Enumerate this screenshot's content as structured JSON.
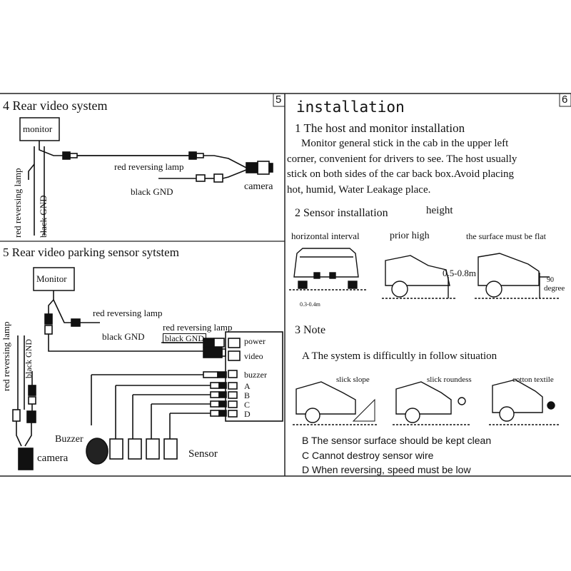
{
  "page_numbers": {
    "left": "5",
    "right": "6"
  },
  "left": {
    "section4": {
      "title": "4 Rear video  system",
      "monitor": "monitor",
      "camera": "camera",
      "red_reversing_lamp": "red  reversing lamp",
      "black_gnd": "black   GND",
      "vertical_red": "red reversing lamp",
      "vertical_black": "black   GND"
    },
    "section5": {
      "title": "5 Rear video parking  sensor sytstem",
      "monitor": "Monitor",
      "red_reversing_lamp_1": "red  reversing lamp",
      "black_gnd_1": "black GND",
      "red_reversing_lamp_2": "red   reversing lamp",
      "black_gnd_2": "black GND",
      "vertical_red": "red reversing lamp",
      "vertical_black": "black GND",
      "ports": [
        "power",
        "video",
        "buzzer",
        "A",
        "B",
        "C",
        "D"
      ],
      "buzzer": "Buzzer",
      "sensor": "Sensor",
      "camera": "camera"
    }
  },
  "right": {
    "heading": "installation",
    "s1_title": "1  The host and monitor  installation",
    "s1_lines": [
      "Monitor general stick in the cab in the upper left",
      "corner, convenient for drivers to see. The host usually",
      "stick on both sides of  the car back box.Avoid placing",
      "hot, humid, Water Leakage place."
    ],
    "s2_title": "2  Sensor installation",
    "s2_height": "height",
    "s2_captions": [
      "horizontal  interval",
      "prior high",
      "the surface must be flat"
    ],
    "s2_interval": "0.3-0.4m",
    "s2_height_range": "0.5-0.8m",
    "s2_degree_value": "90",
    "s2_degree_unit": "degree",
    "s3_title": "3  Note",
    "note_a": "A  The  system  is  difficultly  in follow  situation",
    "note_a_captions": [
      "slick slope",
      "slick roundess",
      "cotton textile"
    ],
    "note_b": "B  The sensor  surface should be kept clean",
    "note_c": "C  Cannot destroy sensor wire",
    "note_d": "D  When reversing, speed must be low"
  }
}
